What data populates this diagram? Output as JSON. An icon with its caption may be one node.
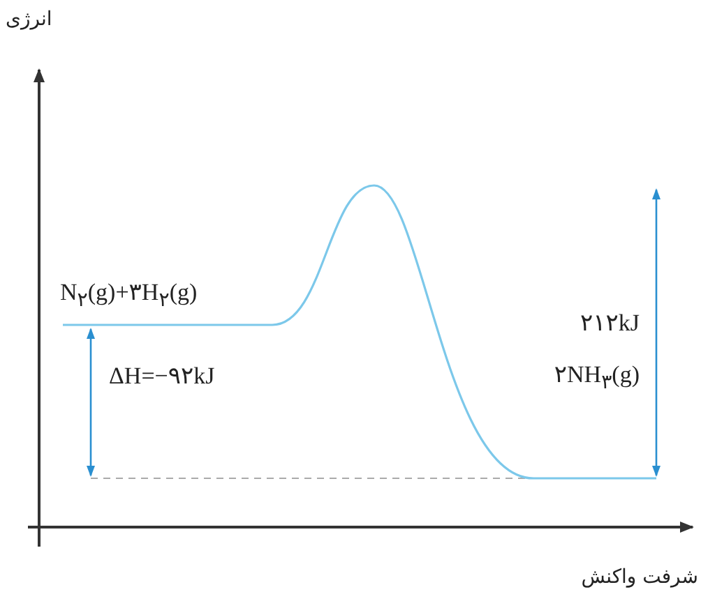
{
  "diagram": {
    "labels": [
      "انرژی",
      "N$_{۲}$(g)+۳H$_{۲}$(g)",
      "۲۱۲kJ",
      "ΔH=−۹۲kJ",
      "۲NH$_{۳}$(g)",
      "شرفت واکنش"
    ]
  }
}
